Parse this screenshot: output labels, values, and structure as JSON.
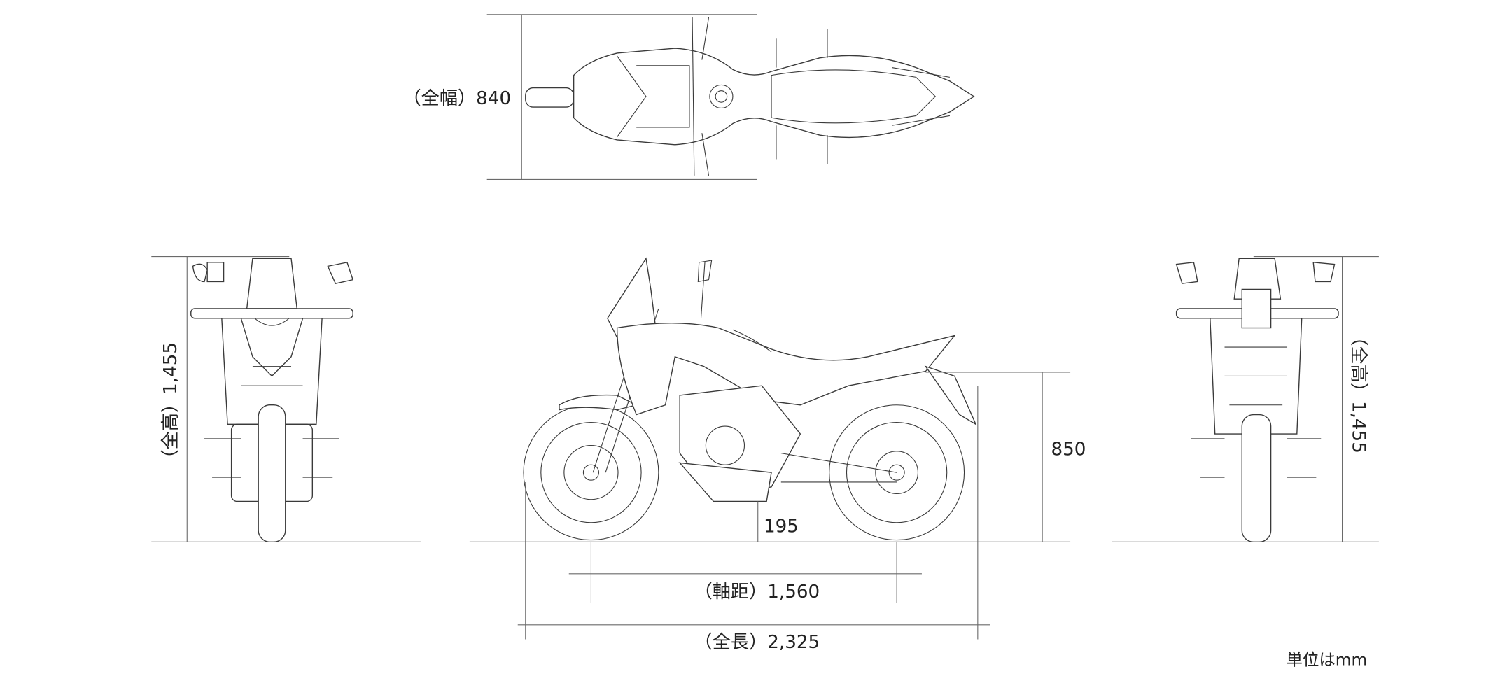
{
  "labels": {
    "overall_width": "（全幅）840",
    "overall_height_front": "（全高）1,455",
    "overall_height_rear": "（全高）1,455",
    "seat_height": "850",
    "ground_clearance": "195",
    "wheelbase": "（軸距）1,560",
    "overall_length": "（全長）2,325",
    "unit": "単位はmm"
  },
  "views": [
    "top",
    "front",
    "side",
    "rear"
  ]
}
